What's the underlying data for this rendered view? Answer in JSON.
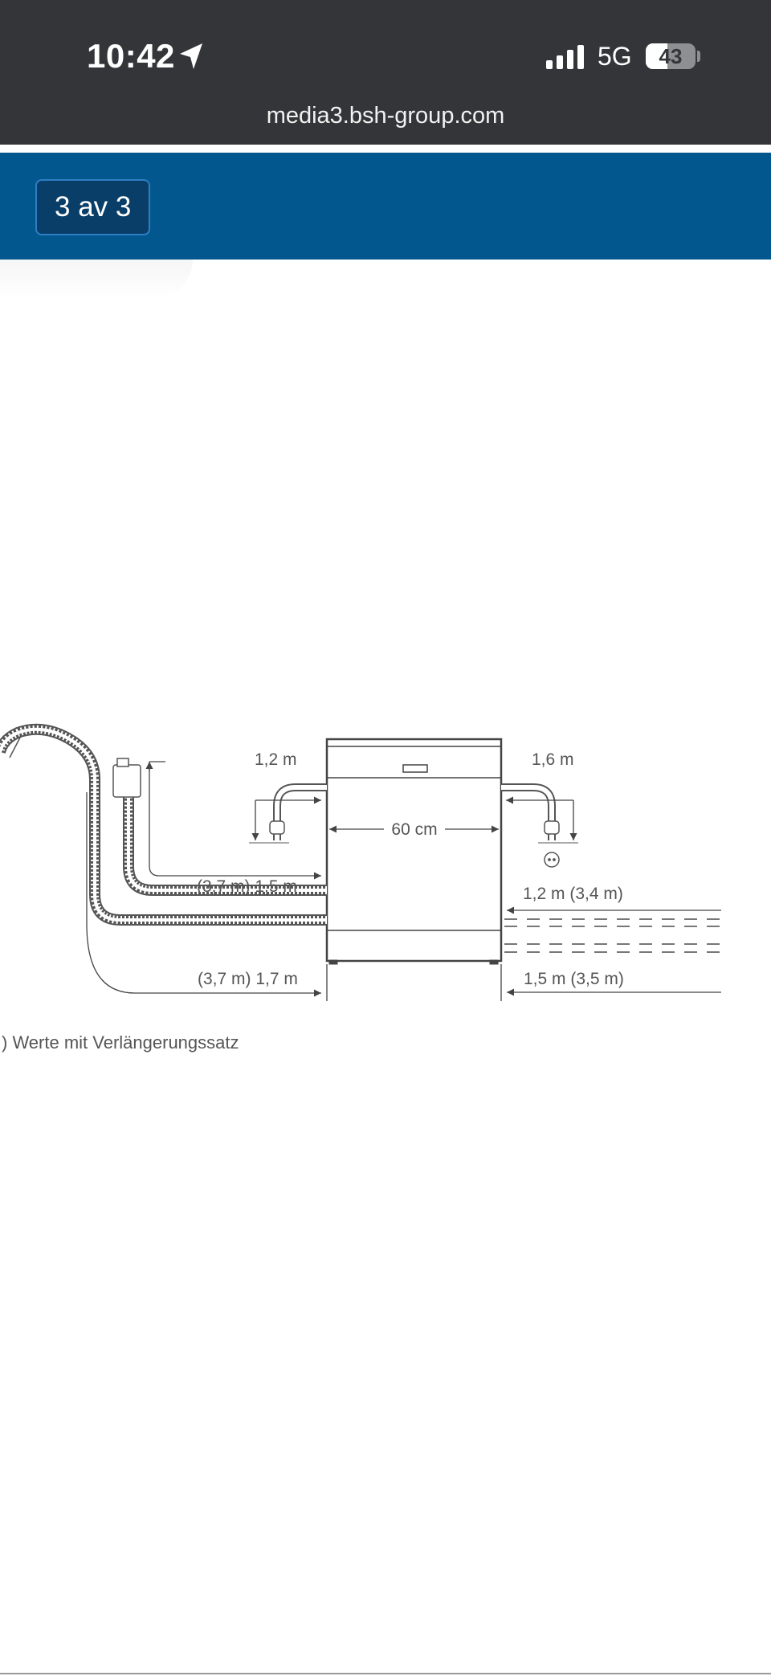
{
  "status_bar": {
    "time": "10:42",
    "network": "5G",
    "battery_percent": 43,
    "battery_label": "43",
    "url": "media3.bsh-group.com"
  },
  "viewer": {
    "counter": "3 av 3"
  },
  "figure": {
    "labels": {
      "power_left": "1,2 m",
      "power_right": "1,6 m",
      "width": "60 cm",
      "drain": "(3,7 m) 1,5 m",
      "inlet_left": "(3,7 m) 1,7 m",
      "inlet_right_upper": "1,2 m (3,4 m)",
      "inlet_right_lower": "1,5 m (3,5 m)"
    },
    "footnote": ") Werte mit Verlängerungssatz"
  },
  "colors": {
    "status_bar": "#333538",
    "header_band": "#03578f",
    "counter_bg": "#083e68",
    "counter_border": "#2f7ec2"
  }
}
